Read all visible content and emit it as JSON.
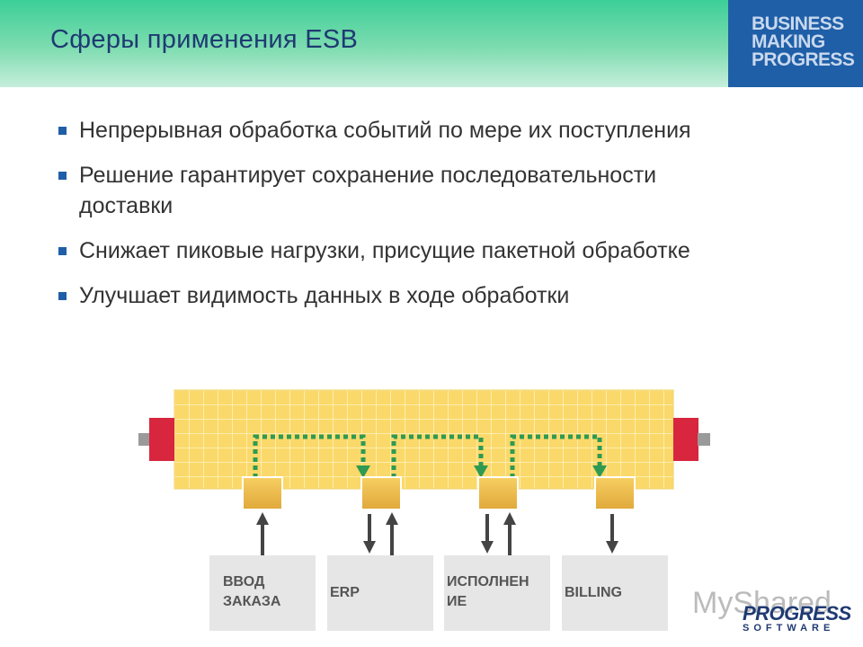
{
  "title": "Сферы применения ESB",
  "brand": {
    "line1": "BUSINESS",
    "line2": "MAKING",
    "line3": "PROGRESS"
  },
  "bullets": [
    "Непрерывная обработка событий по мере их поступления",
    "Решение гарантирует сохранение последовательности доставки",
    "Снижает пиковые нагрузки, присущие пакетной обработке",
    "Улучшает видимость данных в ходе обработки"
  ],
  "systems": {
    "order": "ВВОД ЗАКАЗА",
    "erp": "ERP",
    "fulfillment": "ИСПОЛНЕН ИЕ",
    "billing": "BILLING"
  },
  "watermark": "MyShared",
  "logo": {
    "name": "PROGRESS",
    "sub": "SOFTWARE"
  },
  "colors": {
    "bus": "#fad96a",
    "node": "#e9b84a",
    "path": "#2e9a52",
    "endcap": "#d7263d",
    "accent": "#1f5fa7"
  }
}
